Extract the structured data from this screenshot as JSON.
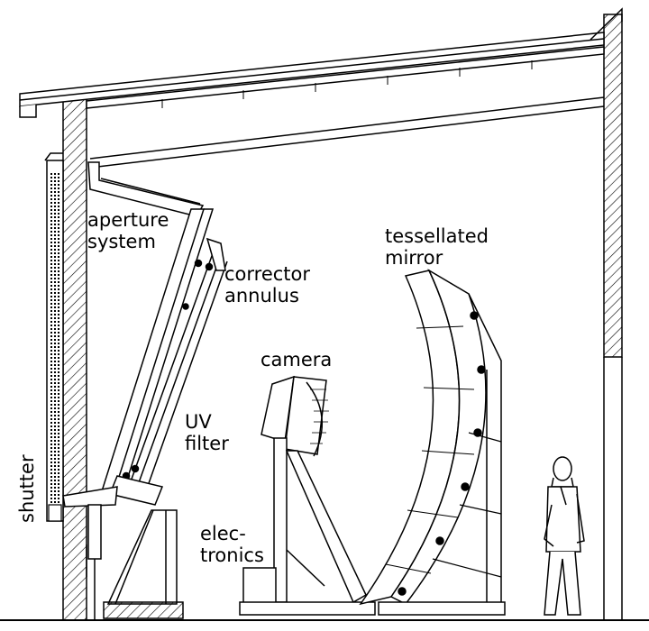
{
  "labels": {
    "aperture_system": [
      "aperture",
      "system"
    ],
    "corrector_annulus": [
      "corrector",
      "annulus"
    ],
    "tessellated_mirror": [
      "tessellated",
      "mirror"
    ],
    "camera": "camera",
    "uv_filter": [
      "UV",
      "filter"
    ],
    "electronics": [
      "elec-",
      "tronics"
    ],
    "shutter": "shutter"
  }
}
